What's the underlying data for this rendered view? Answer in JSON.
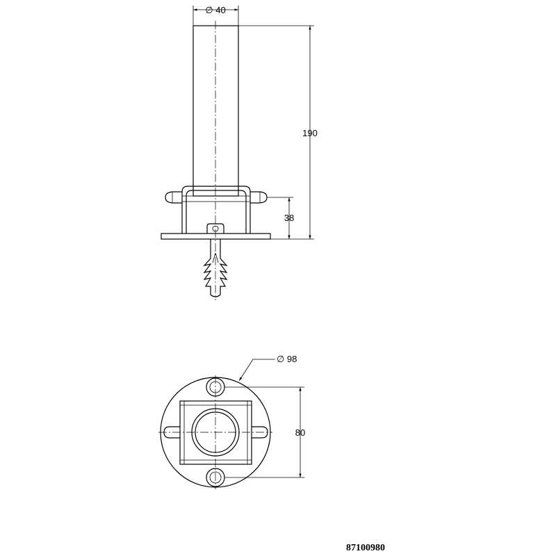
{
  "drawing": {
    "dimensions": {
      "tube_diameter": "∅ 40",
      "height_total": "190",
      "height_bracket": "38",
      "plate_diameter": "∅ 98",
      "hole_spacing": "80"
    },
    "article_number": "87100980"
  }
}
